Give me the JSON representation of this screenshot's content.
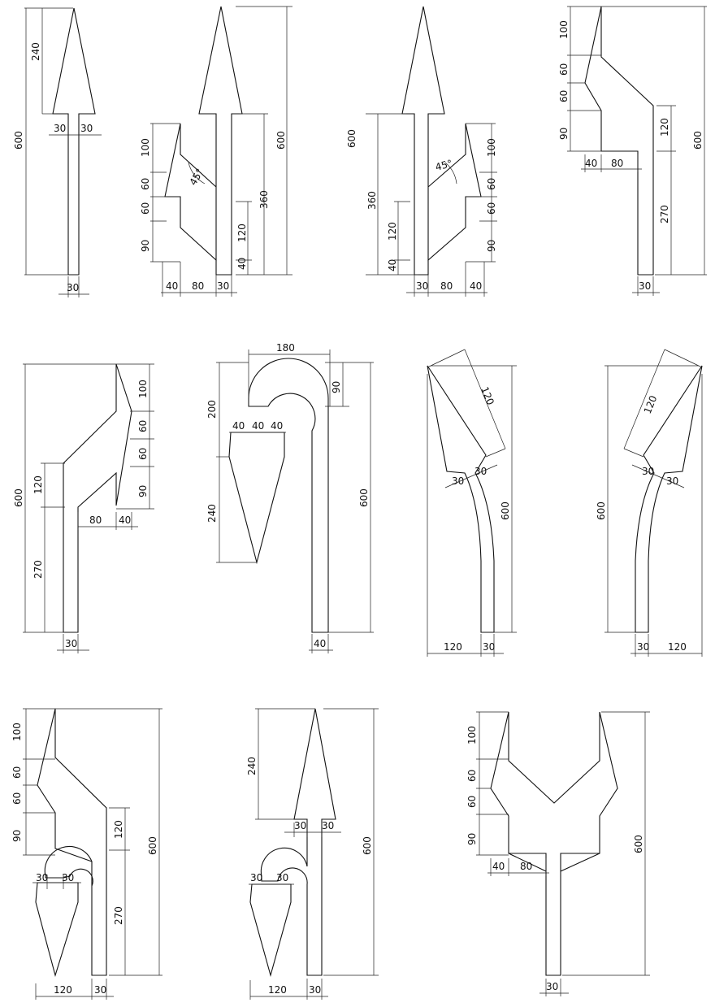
{
  "figures": [
    {
      "id": "straight",
      "labels": [
        "600",
        "240",
        "30",
        "30",
        "30"
      ]
    },
    {
      "id": "straight-left",
      "labels": [
        "100",
        "60",
        "60",
        "90",
        "45°",
        "600",
        "360",
        "120",
        "40",
        "40",
        "80",
        "30"
      ]
    },
    {
      "id": "straight-right",
      "labels": [
        "600",
        "360",
        "120",
        "40",
        "45°",
        "100",
        "60",
        "60",
        "90",
        "30",
        "80",
        "40"
      ]
    },
    {
      "id": "left-bend",
      "labels": [
        "100",
        "60",
        "60",
        "90",
        "40",
        "80",
        "120",
        "270",
        "600",
        "30"
      ]
    },
    {
      "id": "right-bend",
      "labels": [
        "600",
        "120",
        "270",
        "100",
        "60",
        "60",
        "90",
        "80",
        "40",
        "30"
      ]
    },
    {
      "id": "u-turn",
      "labels": [
        "180",
        "200",
        "40",
        "40",
        "40",
        "240",
        "90",
        "600",
        "40"
      ]
    },
    {
      "id": "curve-left",
      "labels": [
        "120",
        "30",
        "30",
        "600",
        "120",
        "30"
      ]
    },
    {
      "id": "curve-right",
      "labels": [
        "120",
        "30",
        "30",
        "600",
        "30",
        "120"
      ]
    },
    {
      "id": "left-turn-uturn",
      "labels": [
        "100",
        "60",
        "60",
        "90",
        "30",
        "30",
        "120",
        "270",
        "600",
        "120",
        "30"
      ]
    },
    {
      "id": "straight-uturn",
      "labels": [
        "240",
        "30",
        "30",
        "30",
        "30",
        "600",
        "120",
        "30"
      ]
    },
    {
      "id": "fork",
      "labels": [
        "100",
        "60",
        "60",
        "90",
        "40",
        "80",
        "600",
        "30"
      ]
    }
  ]
}
